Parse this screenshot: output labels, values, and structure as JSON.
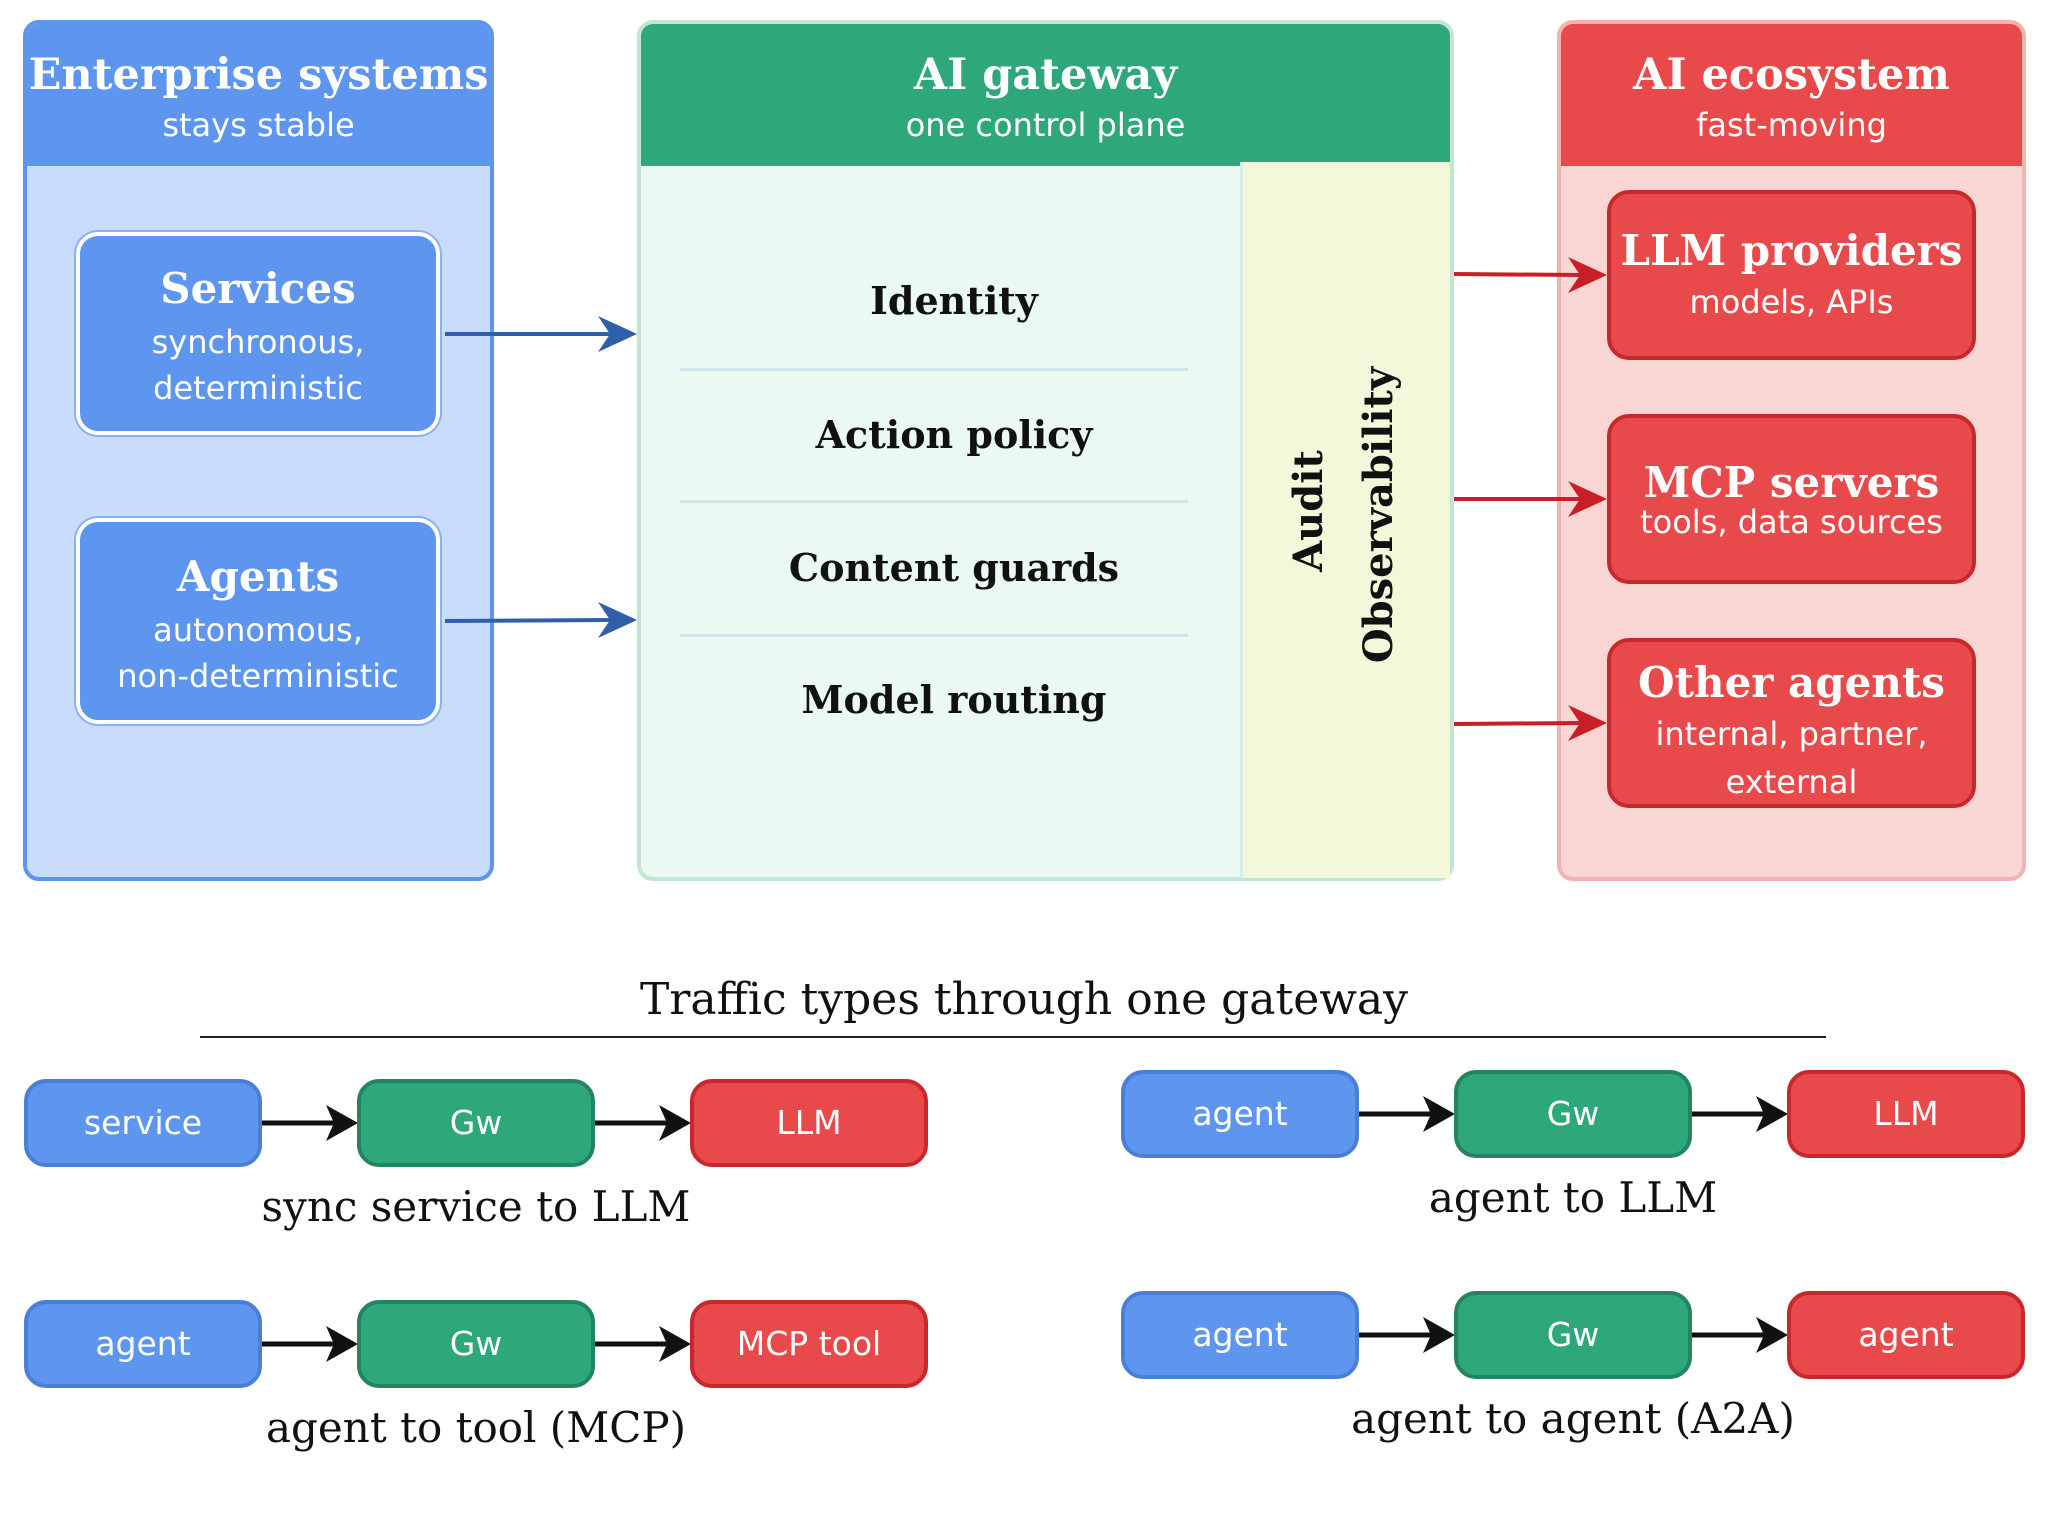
{
  "enterprise": {
    "title": "Enterprise systems",
    "subtitle": "stays stable",
    "services": {
      "title": "Services",
      "line1": "synchronous,",
      "line2": "deterministic"
    },
    "agents": {
      "title": "Agents",
      "line1": "autonomous,",
      "line2": "non-deterministic"
    }
  },
  "gateway": {
    "title": "AI gateway",
    "subtitle": "one control plane",
    "items": [
      "Identity",
      "Action policy",
      "Content guards",
      "Model routing"
    ],
    "audit": "Audit",
    "observability": "Observability"
  },
  "ecosystem": {
    "title": "AI ecosystem",
    "subtitle": "fast-moving",
    "llm": {
      "title": "LLM providers",
      "desc": "models, APIs"
    },
    "mcp": {
      "title": "MCP servers",
      "desc": "tools, data sources"
    },
    "other": {
      "title": "Other agents",
      "line1": "internal, partner,",
      "line2": "external"
    }
  },
  "traffic": {
    "title": "Traffic types through one gateway",
    "flows": [
      {
        "from": "service",
        "via": "Gw",
        "to": "LLM",
        "label": "sync service to LLM"
      },
      {
        "from": "agent",
        "via": "Gw",
        "to": "LLM",
        "label": "agent to LLM"
      },
      {
        "from": "agent",
        "via": "Gw",
        "to": "MCP tool",
        "label": "agent to tool (MCP)"
      },
      {
        "from": "agent",
        "via": "Gw",
        "to": "agent",
        "label": "agent to agent (A2A)"
      }
    ]
  },
  "colors": {
    "enterprise_blue": "#5e95ee",
    "gateway_green": "#2ea87a",
    "ecosystem_red": "#e84a4c",
    "arrow_blue": "#2f5fa8",
    "arrow_red": "#c81e25"
  }
}
